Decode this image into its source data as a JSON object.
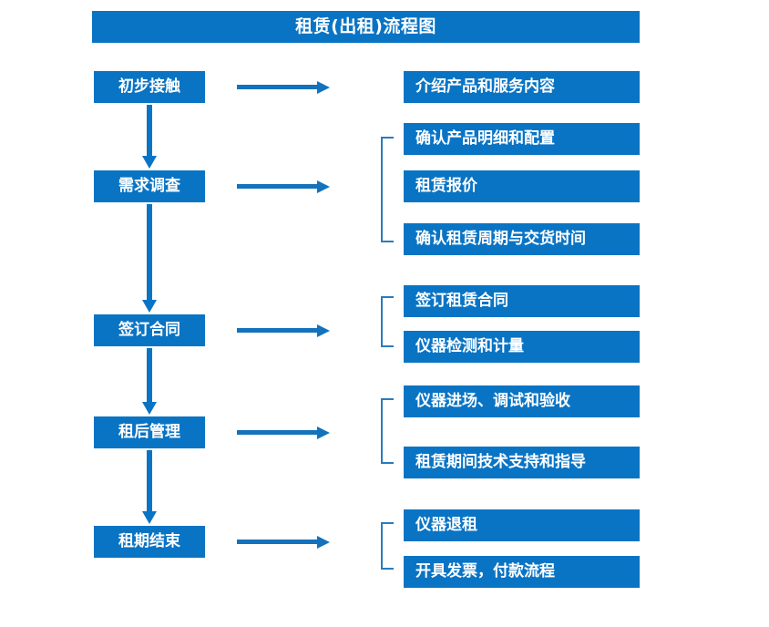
{
  "diagram": {
    "title": "租赁(出租)流程图",
    "accent_color": "#0a74c4",
    "bracket_color": "#2a7bbd",
    "background_color": "#ffffff",
    "text_color": "#ffffff"
  },
  "stages": [
    {
      "label": "初步接触"
    },
    {
      "label": "需求调查"
    },
    {
      "label": "签订合同"
    },
    {
      "label": "租后管理"
    },
    {
      "label": "租期结束"
    }
  ],
  "details": [
    {
      "label": "介绍产品和服务内容"
    },
    {
      "label": "确认产品明细和配置"
    },
    {
      "label": "租赁报价"
    },
    {
      "label": "确认租赁周期与交货时间"
    },
    {
      "label": "签订租赁合同"
    },
    {
      "label": "仪器检测和计量"
    },
    {
      "label": "仪器进场、调试和验收"
    },
    {
      "label": "租赁期间技术支持和指导"
    },
    {
      "label": "仪器退租"
    },
    {
      "label": "开具发票，付款流程"
    }
  ],
  "connectors": {
    "vertical_arrow_icon": "arrow-down-icon",
    "horizontal_arrow_icon": "arrow-right-icon",
    "bracket_icon": "group-bracket-icon"
  }
}
